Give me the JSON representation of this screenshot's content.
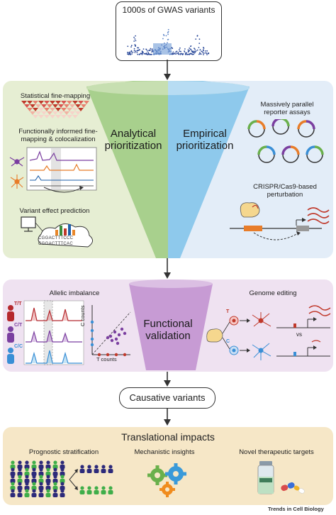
{
  "top": {
    "title": "1000s of GWAS variants"
  },
  "prioritization": {
    "left": {
      "heading": "Analytical prioritization",
      "items": [
        "Statistical fine-mapping",
        "Functionally informed fine-mapping & colocalization",
        "Variant effect prediction"
      ],
      "seq_lines": [
        "CGGACTTTCCC",
        "CGGACTTTCAC"
      ]
    },
    "right": {
      "heading": "Empirical prioritization",
      "items": [
        "Massively parallel reporter assays",
        "CRISPR/Cas9-based perturbation"
      ]
    }
  },
  "validation": {
    "heading": "Functional validation",
    "left": {
      "title": "Allelic imbalance",
      "genotypes": [
        "T/T",
        "C/T",
        "C/C"
      ],
      "x_axis": "T counts",
      "y_axis": "C counts"
    },
    "right": {
      "title": "Genome editing",
      "alleles": [
        "T",
        "C"
      ],
      "vs": "vs"
    }
  },
  "causative": {
    "label": "Causative variants"
  },
  "translational": {
    "title": "Translational impacts",
    "items": [
      "Prognostic stratification",
      "Mechanistic insights",
      "Novel therapeutic targets"
    ]
  },
  "footer": {
    "credit": "Trends in Cell Biology"
  },
  "colors": {
    "green_panel": "#e6eed3",
    "blue_panel": "#e3edf8",
    "funnel_green": "#a8d08d",
    "funnel_blue": "#8ec9ec",
    "purple_panel": "#efe2f1",
    "funnel_purple": "#c79bd4",
    "tan_panel": "#f6e7c7",
    "gwas_blue": "#2b4a9a"
  }
}
